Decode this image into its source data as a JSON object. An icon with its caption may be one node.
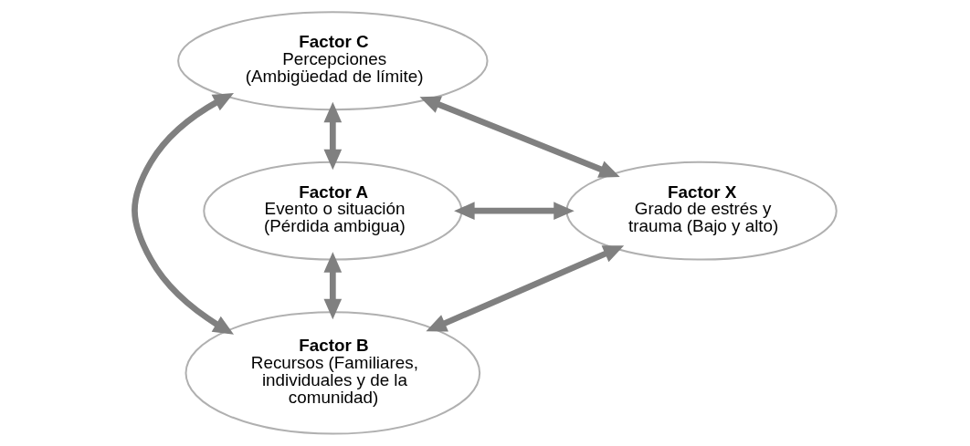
{
  "diagram": {
    "nodes": [
      {
        "text": [
          "Factor C",
          "Percepciones (Ambigüedad de límite)"
        ]
      },
      {
        "text": [
          "Factor A",
          "Evento o situación (Pérdida ambigua)"
        ]
      },
      {
        "text": [
          "Factor X",
          "Grado de estrés y trauma (Bajo y alto)"
        ]
      },
      {
        "text": [
          "Factor B",
          "Recursos (Familiares, individuales y de la comunidad)"
        ]
      }
    ],
    "edges": [
      {
        "from": 1,
        "to": 0,
        "arrow": "both"
      },
      {
        "from": 0,
        "to": 2,
        "arrow": "both"
      },
      {
        "from": 1,
        "to": 2,
        "arrow": "both"
      },
      {
        "from": 0,
        "to": 3,
        "arrow": "both"
      },
      {
        "from": 1,
        "to": 3,
        "arrow": "both"
      },
      {
        "from": 3,
        "to": 2,
        "arrow": "both"
      }
    ]
  }
}
